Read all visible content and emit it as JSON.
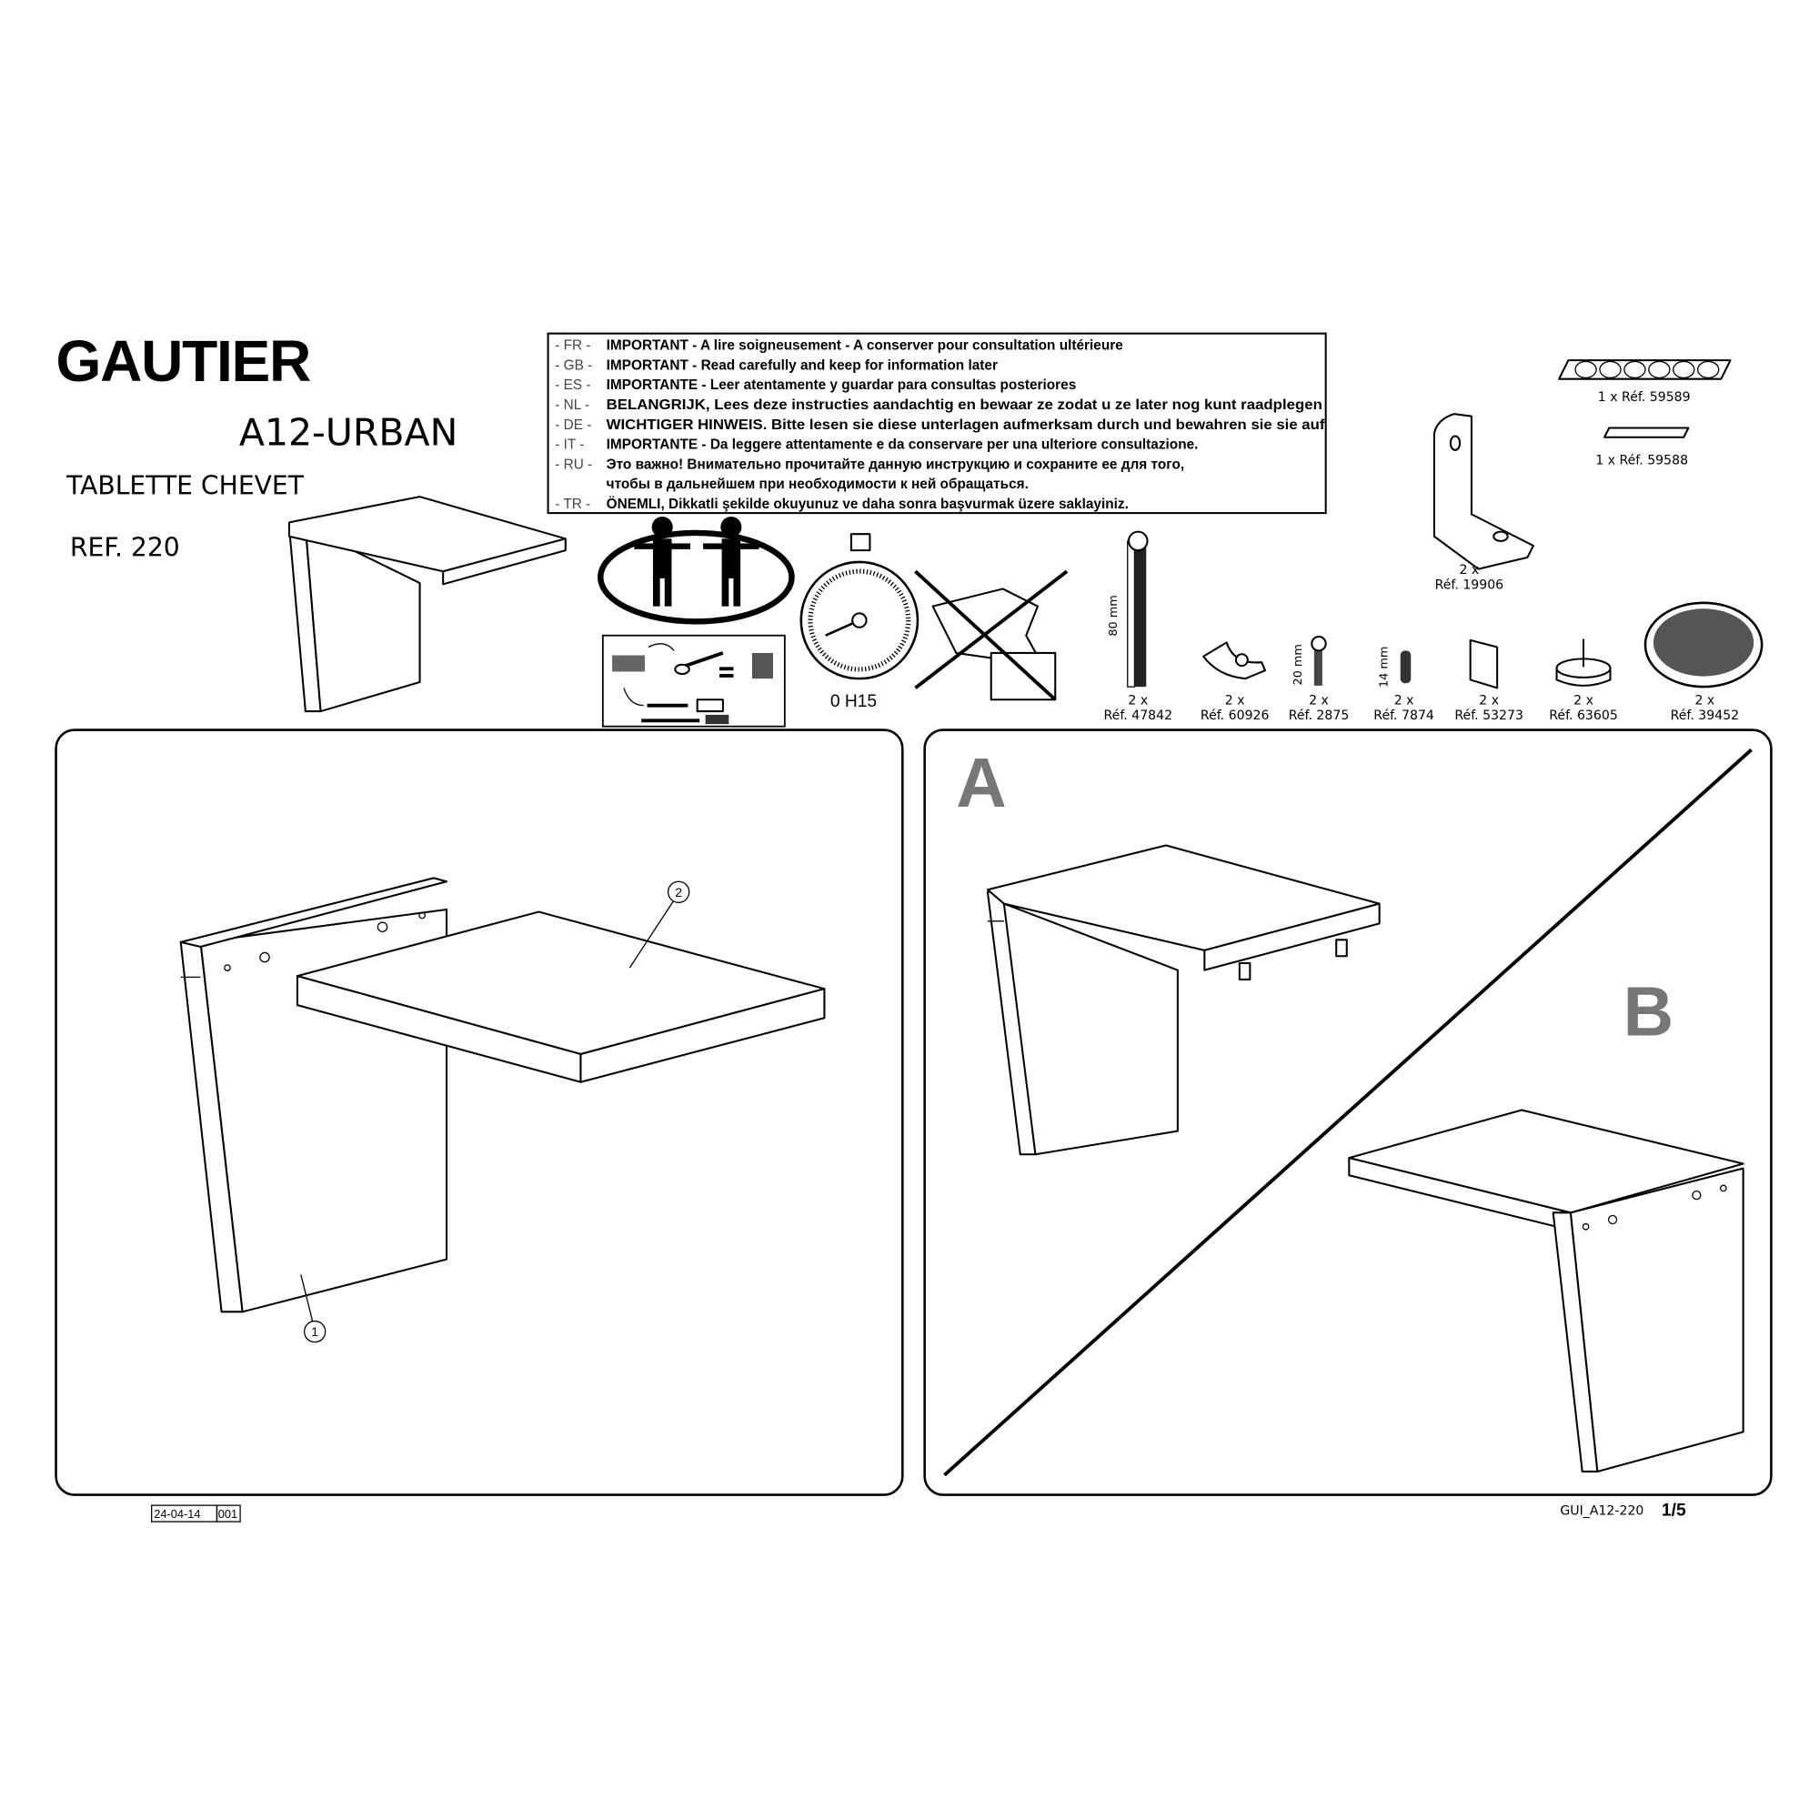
{
  "header": {
    "brand": "GAUTIER",
    "model": "A12-URBAN",
    "product": "TABLETTE CHEVET",
    "reference": "REF. 220"
  },
  "notice": [
    {
      "code": "- FR -",
      "text": "IMPORTANT - A lire soigneusement - A conserver pour consultation ultérieure"
    },
    {
      "code": "- GB -",
      "text": "IMPORTANT - Read carefully and keep for information later"
    },
    {
      "code": "- ES -",
      "text": "IMPORTANTE - Leer atentamente y guardar para consultas posteriores"
    },
    {
      "code": "- NL -",
      "text": "BELANGRIJK, Lees deze instructies aandachtig en bewaar ze zodat u ze later nog kunt raadplegen"
    },
    {
      "code": "- DE -",
      "text": "WICHTIGER HINWEIS. Bitte lesen sie diese unterlagen aufmerksam durch und bewahren sie sie auf"
    },
    {
      "code": "-  IT  -",
      "text": "IMPORTANTE - Da leggere attentamente e da conservare per una ulteriore consultazione."
    },
    {
      "code": "- RU -",
      "text": "Это важно! Внимательно прочитайте данную инструкцию и сохраните ее для того,"
    },
    {
      "code": "",
      "text": "чтобы в дальнейшем при необходимости к ней обращаться."
    },
    {
      "code": "- TR -",
      "text": "ÖNEMLI, Dikkatli şekilde okuyunuz ve daha sonra başvurmak üzere saklayiniz."
    }
  ],
  "assembly_time": "0 H15",
  "hardware": [
    {
      "qty": "1 x Réf. 59589"
    },
    {
      "qty": "1 x Réf. 59588"
    },
    {
      "qty": "2 x",
      "ref": "Réf. 19906"
    },
    {
      "qty": "2 x",
      "ref": "Réf. 47842",
      "dim": "80 mm"
    },
    {
      "qty": "2 x",
      "ref": "Réf. 60926"
    },
    {
      "qty": "2 x",
      "ref": "Réf. 2875",
      "dim": "20 mm"
    },
    {
      "qty": "2 x",
      "ref": "Réf. 7874",
      "dim": "14 mm"
    },
    {
      "qty": "2 x",
      "ref": "Réf. 53273"
    },
    {
      "qty": "2 x",
      "ref": "Réf. 63605"
    },
    {
      "qty": "2 x",
      "ref": "Réf. 39452"
    }
  ],
  "panels": {
    "parts": [
      "1",
      "2"
    ],
    "option_a": "A",
    "option_b": "B"
  },
  "footer": {
    "date": "24-04-14",
    "revision": "001",
    "doc_code": "GUI_A12-220",
    "page": "1/5"
  }
}
